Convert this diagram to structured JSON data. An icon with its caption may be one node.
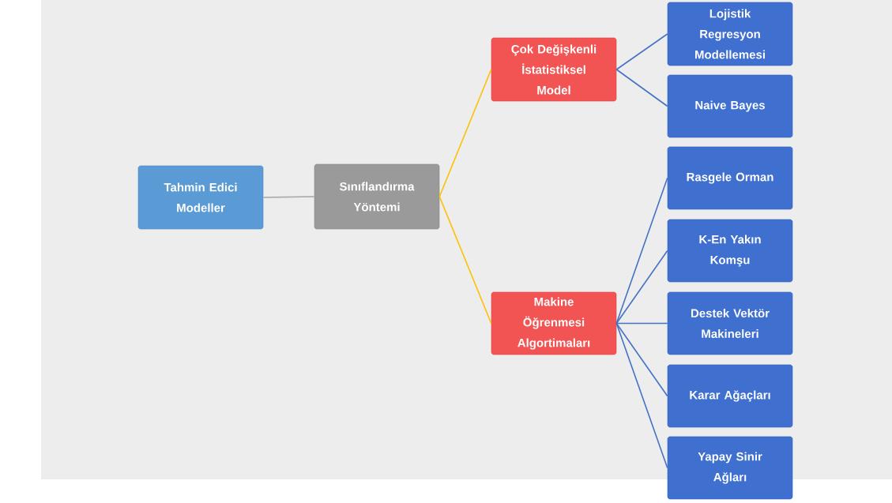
{
  "diagram": {
    "nodes": [
      {
        "text": [
          "Tahmin Edici Modeller"
        ]
      },
      {
        "text": [
          "Sınıflandırma Yöntemi"
        ]
      },
      {
        "text": [
          "Çok Değişkenli İstatistiksel Model"
        ]
      },
      {
        "text": [
          "Makine Öğrenmesi Algortimaları"
        ]
      },
      {
        "text": [
          "Lojistik Regresyon Modellemesi"
        ]
      },
      {
        "text": [
          "Naive Bayes"
        ]
      },
      {
        "text": [
          "Rasgele Orman"
        ]
      },
      {
        "text": [
          "K-En Yakın Komşu"
        ]
      },
      {
        "text": [
          "Destek Vektör Makineleri"
        ]
      },
      {
        "text": [
          "Karar Ağaçları"
        ]
      },
      {
        "text": [
          "Yapay Sinir Ağları"
        ]
      }
    ],
    "edges": [
      {
        "from": 0,
        "to": 1,
        "arrow": "none",
        "color": "#a5a5a5"
      },
      {
        "from": 1,
        "to": 2,
        "arrow": "none",
        "color": "#ffc000"
      },
      {
        "from": 1,
        "to": 3,
        "arrow": "none",
        "color": "#ffc000"
      },
      {
        "from": 2,
        "to": 4,
        "arrow": "none"
      },
      {
        "from": 2,
        "to": 5,
        "arrow": "none"
      },
      {
        "from": 3,
        "to": 6,
        "arrow": "none"
      },
      {
        "from": 3,
        "to": 7,
        "arrow": "none"
      },
      {
        "from": 3,
        "to": 8,
        "arrow": "none"
      },
      {
        "from": 3,
        "to": 9,
        "arrow": "none"
      },
      {
        "from": 3,
        "to": 10,
        "arrow": "none"
      }
    ]
  }
}
